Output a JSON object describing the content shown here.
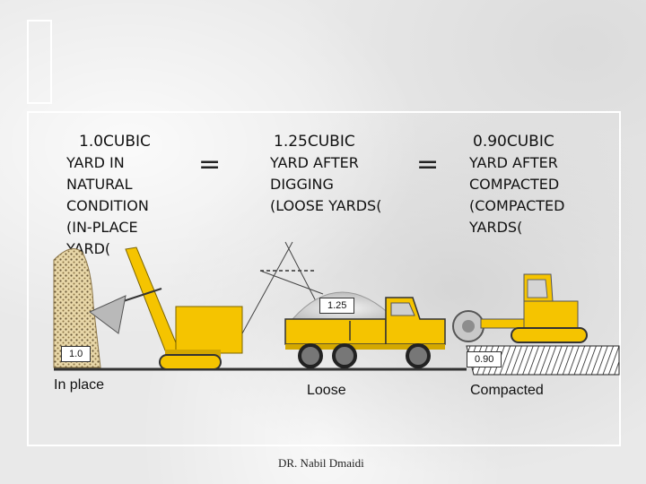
{
  "columns": [
    {
      "first": "1.0CUBIC",
      "rest": "YARD IN\nNATURAL\nCONDITION\n(IN-PLACE\nYARD("
    },
    {
      "first": "1.25CUBIC",
      "rest": "YARD AFTER\nDIGGING\n(LOOSE YARDS("
    },
    {
      "first": "0.90CUBIC",
      "rest": "YARD AFTER\nCOMPACTED\n(COMPACTED\nYARDS("
    }
  ],
  "equals": [
    "=",
    "="
  ],
  "tags": {
    "in_place": "1.0",
    "loose": "1.25",
    "compacted": "0.90"
  },
  "captions": {
    "in_place": "In place",
    "loose": "Loose",
    "compacted": "Compacted"
  },
  "footer": "DR. Nabil Dmaidi",
  "colors": {
    "machine": "#f5c400",
    "machine_dark": "#d4a800",
    "tire": "#555555",
    "ground": "#333333"
  }
}
